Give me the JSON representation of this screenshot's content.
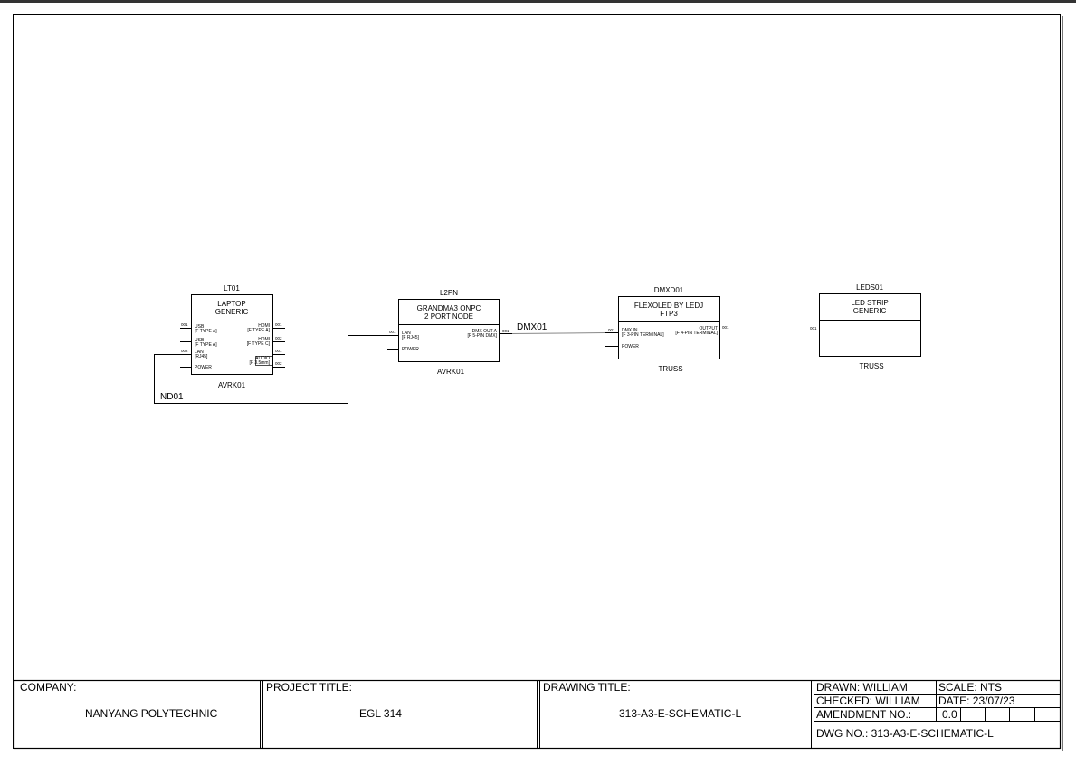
{
  "devices": {
    "laptop": {
      "tag": "LT01",
      "title1": "LAPTOP",
      "title2": "GENERIC",
      "location": "AVRK01",
      "left_ports": [
        {
          "num": "001",
          "name": "USB",
          "type": "[F TYPE A]"
        },
        {
          "num": "",
          "name": "USB",
          "type": "[F TYPE A]"
        },
        {
          "num": "002",
          "name": "LAN",
          "type": "[RJ45]"
        },
        {
          "num": "",
          "name": "POWER",
          "type": ""
        }
      ],
      "right_ports": [
        {
          "num": "001",
          "name": "HDMI",
          "type": "[F TYPE A]"
        },
        {
          "num": "002",
          "name": "HDMI",
          "type": "[F TYPE C]"
        },
        {
          "num": "001",
          "name": "AUDIO",
          "type": "[F 3.5mm]"
        },
        {
          "num": "002",
          "name": "",
          "type": ""
        }
      ]
    },
    "node": {
      "tag": "L2PN",
      "title1": "GRANDMA3 ONPC",
      "title2": "2 PORT NODE",
      "location": "AVRK01",
      "left_ports": [
        {
          "num": "001",
          "name": "LAN",
          "type": "[F RJ45]"
        },
        {
          "num": "",
          "name": "POWER",
          "type": ""
        }
      ],
      "right_ports": [
        {
          "num": "001",
          "name": "DMX OUT A",
          "type": "[F 5-PIN DMX]"
        }
      ]
    },
    "driver": {
      "tag": "DMXD01",
      "title1": "FLEXOLED BY LEDJ",
      "title2": "FTP3",
      "location": "TRUSS",
      "left_ports": [
        {
          "num": "001",
          "name": "DMX IN",
          "type": "[F 3-PIN TERMINAL]"
        },
        {
          "num": "",
          "name": "POWER",
          "type": ""
        }
      ],
      "right_ports": [
        {
          "num": "001",
          "name": "OUTPUT",
          "type": "[F 4-PIN TERMINAL]"
        }
      ]
    },
    "strip": {
      "tag": "LEDS01",
      "title1": "LED STRIP",
      "title2": "GENERIC",
      "location": "TRUSS",
      "left_ports": [
        {
          "num": "001"
        }
      ]
    }
  },
  "cables": {
    "network": "ND01",
    "dmx": "DMX01"
  },
  "title_block": {
    "company_label": "COMPANY:",
    "company": "NANYANG POLYTECHNIC",
    "project_label": "PROJECT TITLE:",
    "project": "EGL 314",
    "drawing_label": "DRAWING TITLE:",
    "drawing": "313-A3-E-SCHEMATIC-L",
    "drawn": "DRAWN: WILLIAM",
    "checked": "CHECKED: WILLIAM",
    "amendment_label": "AMENDMENT NO.:",
    "amendment": "0.0",
    "dwg_no": "DWG NO.: 313-A3-E-SCHEMATIC-L",
    "scale": "SCALE:  NTS",
    "date": "DATE:  23/07/23"
  }
}
